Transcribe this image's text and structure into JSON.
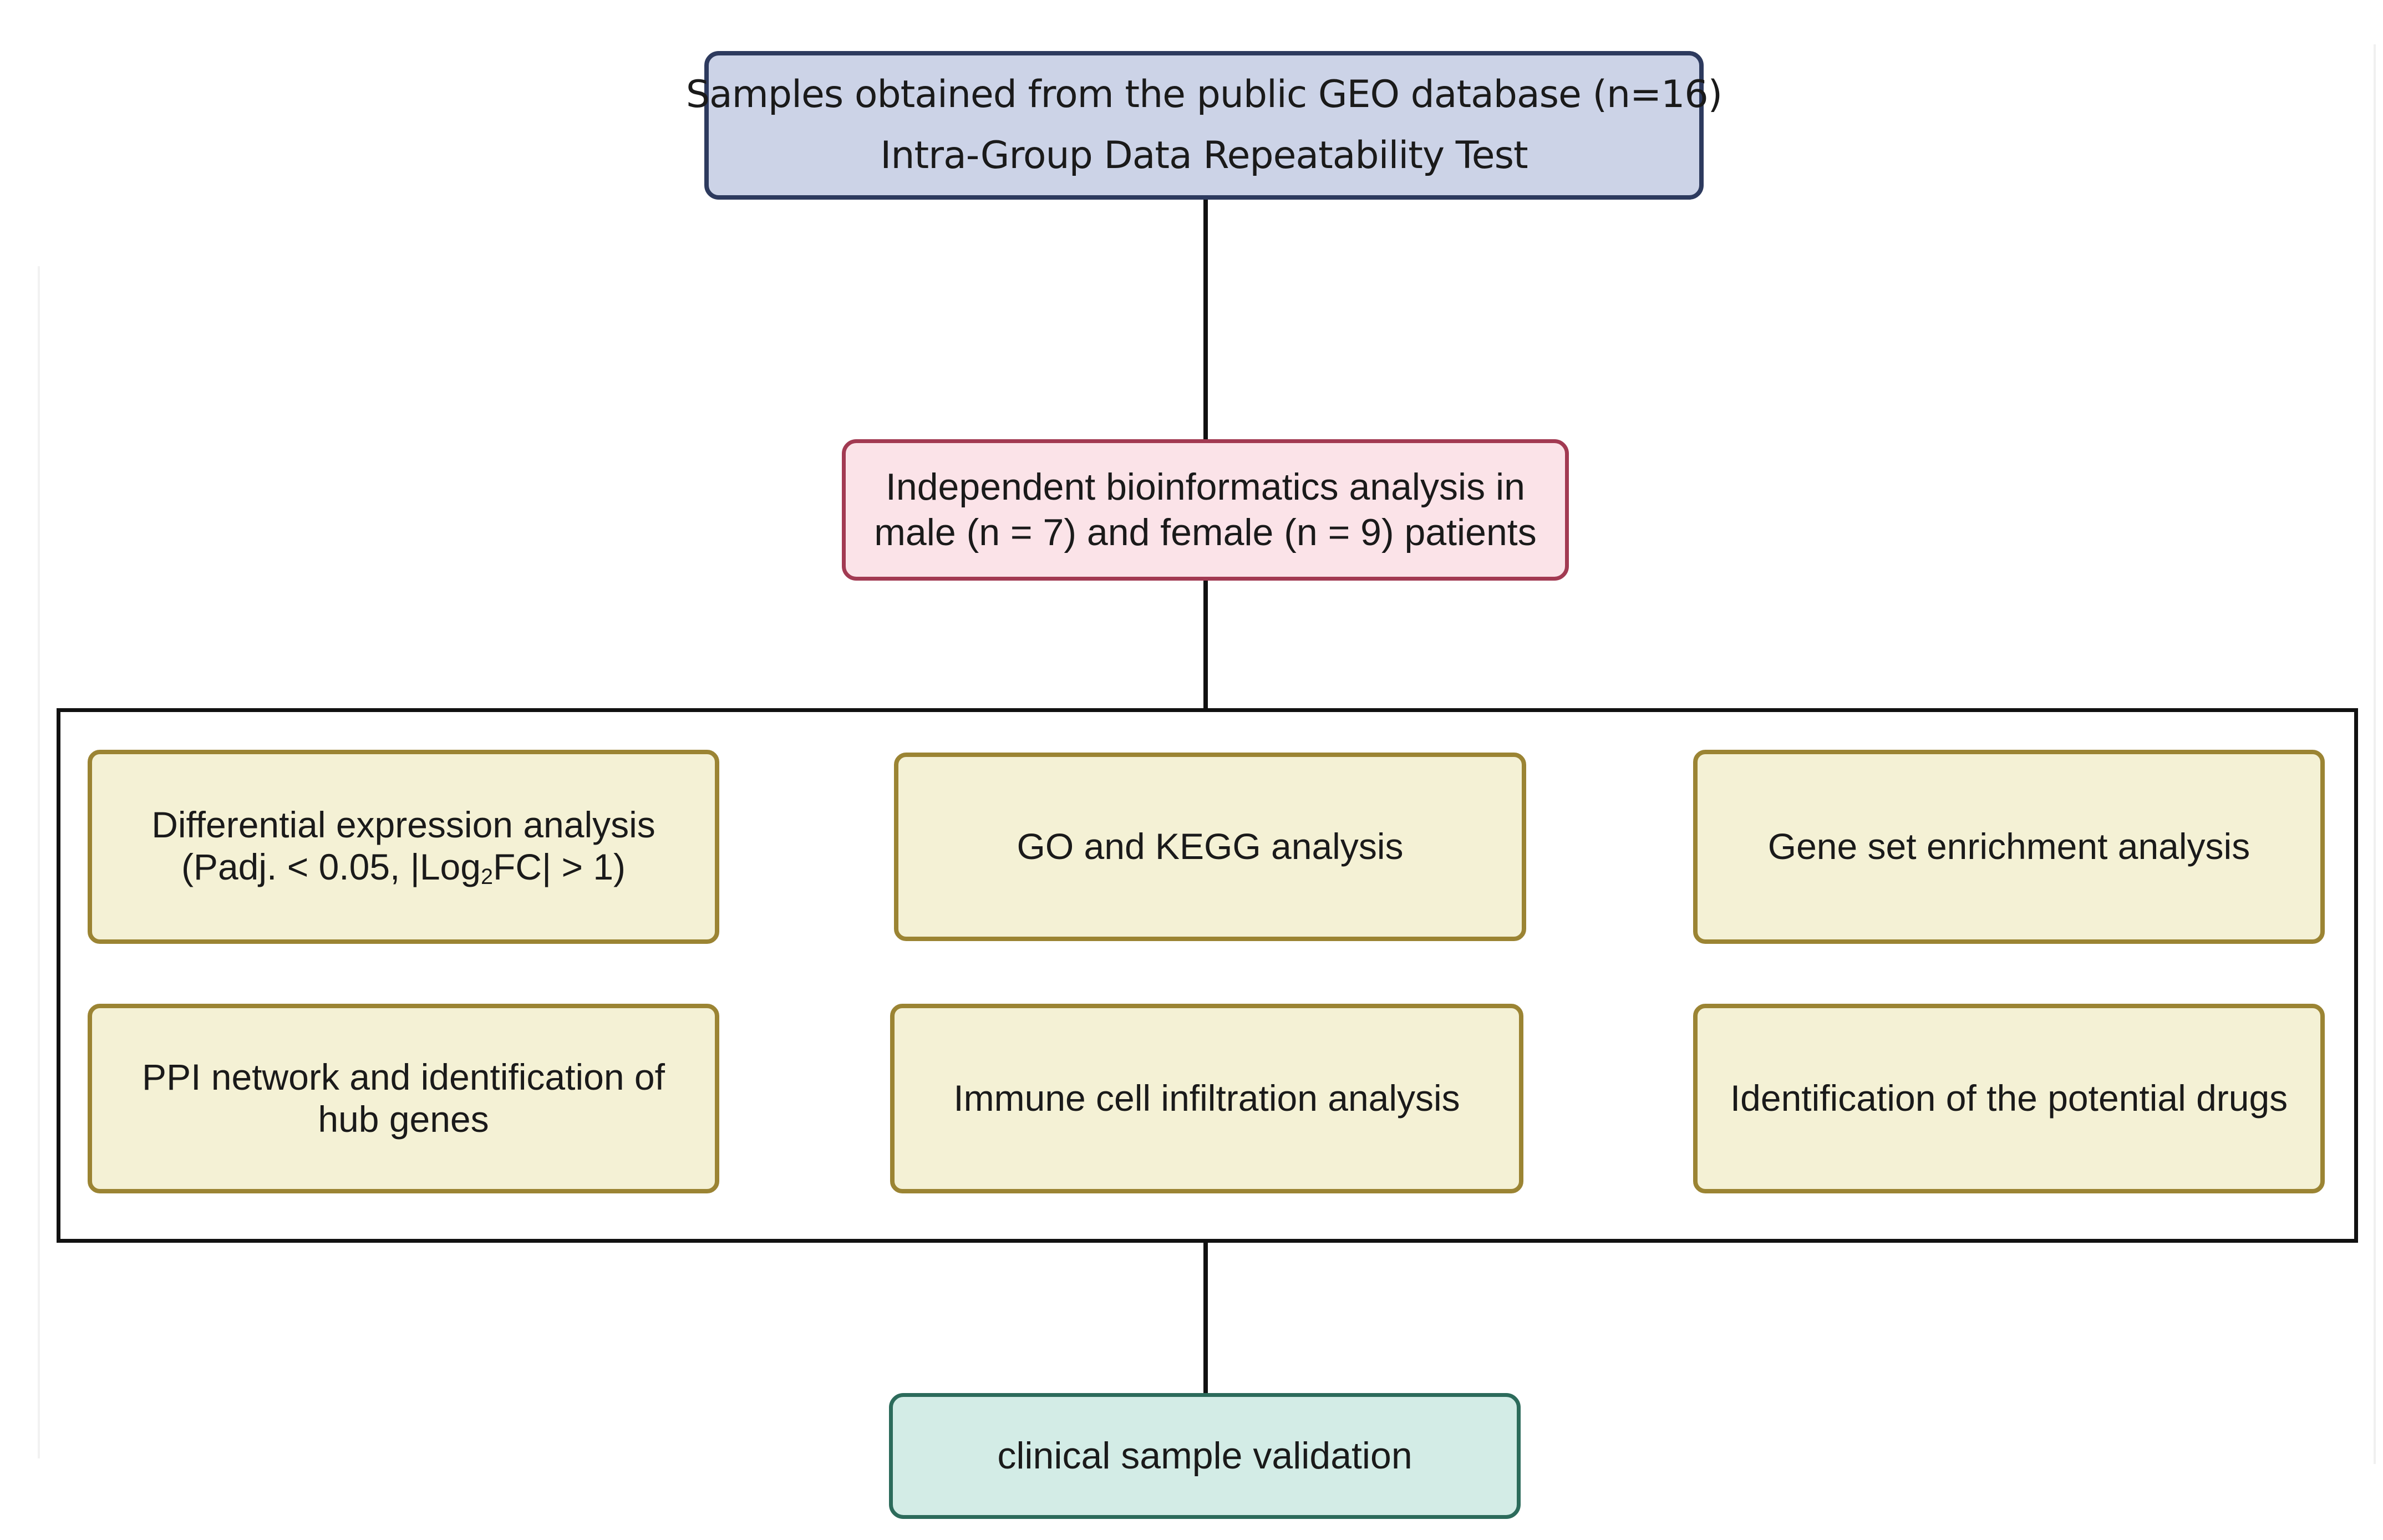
{
  "diagram": {
    "top_box": {
      "line1": "Samples obtained from the public GEO database (n=16)",
      "line2": "Intra-Group Data Repeatability Test"
    },
    "middle_box": {
      "text": "Independent bioinformatics analysis in male (n = 7) and female (n = 9) patients"
    },
    "methods": [
      {
        "line1": "Differential expression analysis",
        "line2_prefix": "(Padj. < 0.05, |Log",
        "line2_sub": "2",
        "line2_suffix": "FC| > 1)"
      },
      {
        "label": "GO and KEGG analysis"
      },
      {
        "label": "Gene set enrichment analysis"
      },
      {
        "label": "PPI network and identification of hub genes"
      },
      {
        "label": "Immune cell infiltration analysis"
      },
      {
        "label": "Identification of the potential drugs"
      }
    ],
    "bottom_box": {
      "text": "clinical sample validation"
    },
    "colors": {
      "top_fill": "#ccd3e7",
      "top_border": "#2d3a5e",
      "middle_fill": "#fbe3e8",
      "middle_border": "#a23a52",
      "method_fill": "#f4f1d5",
      "method_border": "#9b8433",
      "bottom_fill": "#d3ece6",
      "bottom_border": "#2c6b5b",
      "connector": "#111111"
    }
  }
}
